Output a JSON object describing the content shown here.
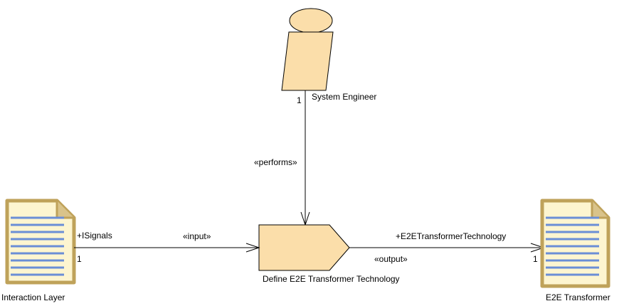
{
  "diagram": {
    "colors": {
      "shape_fill": "#fbdeaa",
      "doc_fill": "#fdf5d0",
      "doc_border": "#bfa25a",
      "doc_lines": "#6b8ed6",
      "stroke": "#000000"
    },
    "actor": {
      "name": "System Engineer",
      "multiplicity": "1",
      "icon": "process-performer-icon"
    },
    "task": {
      "name": "Define E2E Transformer Technology",
      "icon": "task-definition-icon"
    },
    "input_product": {
      "name": "Interaction Layer",
      "role": "+ISignals",
      "multiplicity": "1",
      "icon": "work-product-document-icon"
    },
    "output_product": {
      "name": "E2E Transformer",
      "role": "+E2ETransformerTechnology",
      "multiplicity": "1",
      "icon": "work-product-document-icon"
    },
    "relations": {
      "performs": "«performs»",
      "input": "«input»",
      "output": "«output»"
    }
  }
}
